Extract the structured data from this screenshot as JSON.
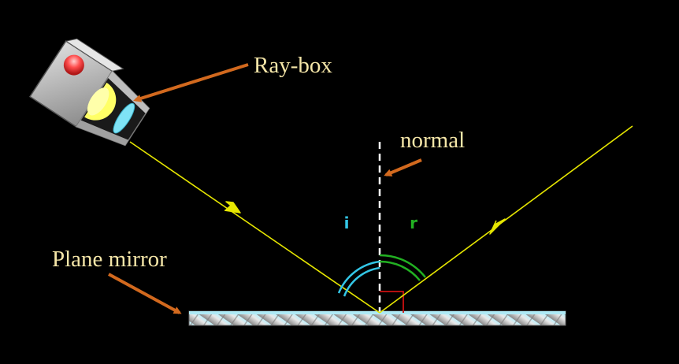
{
  "labels": {
    "ray_box": "Ray-box",
    "normal": "normal",
    "plane_mirror": "Plane mirror",
    "angle_incidence": "i",
    "angle_reflection": "r"
  },
  "colors": {
    "background": "#000000",
    "label_text": "#f5e6a8",
    "pointer_arrow": "#d2691e",
    "ray": "#e6e600",
    "normal_line": "#ffffff",
    "incidence_arc": "#33c6e6",
    "reflection_arc": "#22b022",
    "right_angle_mark": "#cc1111",
    "mirror_surface": "#aee9f5",
    "lamp": "#ffff66",
    "lens": "#7fe3f5",
    "indicator_light": "#ff4d4d"
  }
}
